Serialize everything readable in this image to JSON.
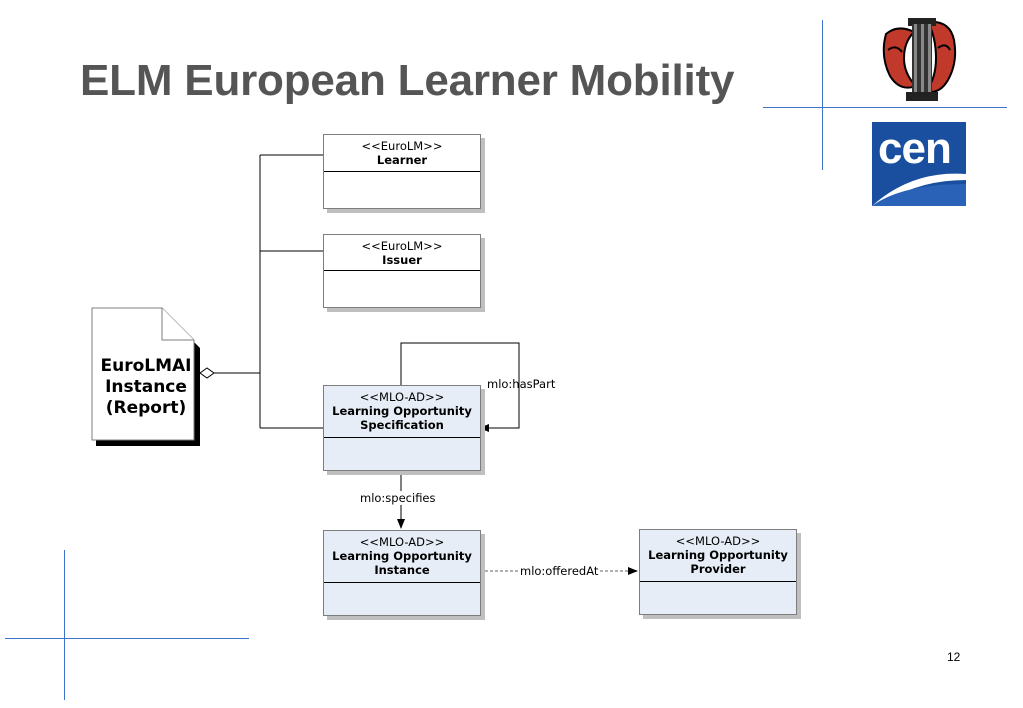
{
  "slide": {
    "title": "ELM European Learner Mobility",
    "page_number": "12"
  },
  "logos": {
    "top_logo": "emblem-logo",
    "cen_logo": "cen-logo",
    "cen_text": "cen"
  },
  "colors": {
    "accent_line": "#3b73c8",
    "class_blue": "#e6edf6",
    "title_gray": "#555555",
    "cen_blue": "#1a4fa0",
    "logo_red": "#c0392b"
  },
  "diagram": {
    "document": {
      "line1": "EuroLMAI",
      "line2": "Instance",
      "line3": "(Report)"
    },
    "classes": {
      "learner": {
        "stereotype": "<<EuroLM>>",
        "name": "Learner"
      },
      "issuer": {
        "stereotype": "<<EuroLM>>",
        "name": "Issuer"
      },
      "spec": {
        "stereotype": "<<MLO-AD>>",
        "name1": "Learning Opportunity",
        "name2": "Specification"
      },
      "instance": {
        "stereotype": "<<MLO-AD>>",
        "name1": "Learning Opportunity",
        "name2": "Instance"
      },
      "provider": {
        "stereotype": "<<MLO-AD>>",
        "name1": "Learning Opportunity",
        "name2": "Provider"
      }
    },
    "relations": {
      "has_part": "mlo:hasPart",
      "specifies": "mlo:specifies",
      "offered_at": "mlo:offeredAt"
    }
  }
}
